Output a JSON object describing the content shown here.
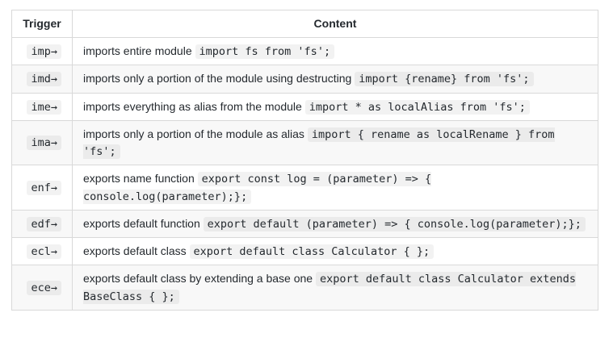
{
  "colors": {
    "border": "#d9d9d9",
    "row_alt_background": "#f8f8f8",
    "inline_code_background": "rgba(0,0,0,0.05)",
    "text": "#24292e"
  },
  "table": {
    "header": {
      "trigger": "Trigger",
      "content": "Content"
    },
    "rows": [
      {
        "trigger": "imp→",
        "content": [
          {
            "type": "text",
            "value": "imports entire module "
          },
          {
            "type": "code",
            "value": "import fs from 'fs';"
          }
        ]
      },
      {
        "trigger": "imd→",
        "content": [
          {
            "type": "text",
            "value": "imports only a portion of the module using destructing "
          },
          {
            "type": "code",
            "value": "import {rename} from 'fs';"
          }
        ]
      },
      {
        "trigger": "ime→",
        "content": [
          {
            "type": "text",
            "value": "imports everything as alias from the module "
          },
          {
            "type": "code",
            "value": "import * as localAlias from 'fs';"
          }
        ]
      },
      {
        "trigger": "ima→",
        "content": [
          {
            "type": "text",
            "value": "imports only a portion of the module as alias "
          },
          {
            "type": "code",
            "value": "import { rename as localRename } from 'fs';"
          }
        ]
      },
      {
        "trigger": "enf→",
        "content": [
          {
            "type": "text",
            "value": "exports name function "
          },
          {
            "type": "code",
            "value": "export const log = (parameter) => { console.log(parameter);};"
          }
        ]
      },
      {
        "trigger": "edf→",
        "content": [
          {
            "type": "text",
            "value": "exports default function "
          },
          {
            "type": "code",
            "value": "export default (parameter) => { console.log(parameter);};"
          }
        ]
      },
      {
        "trigger": "ecl→",
        "content": [
          {
            "type": "text",
            "value": "exports default class "
          },
          {
            "type": "code",
            "value": "export default class Calculator { };"
          }
        ]
      },
      {
        "trigger": "ece→",
        "content": [
          {
            "type": "text",
            "value": "exports default class by extending a base one "
          },
          {
            "type": "code",
            "value": "export default class Calculator extends BaseClass { };"
          }
        ]
      }
    ]
  }
}
